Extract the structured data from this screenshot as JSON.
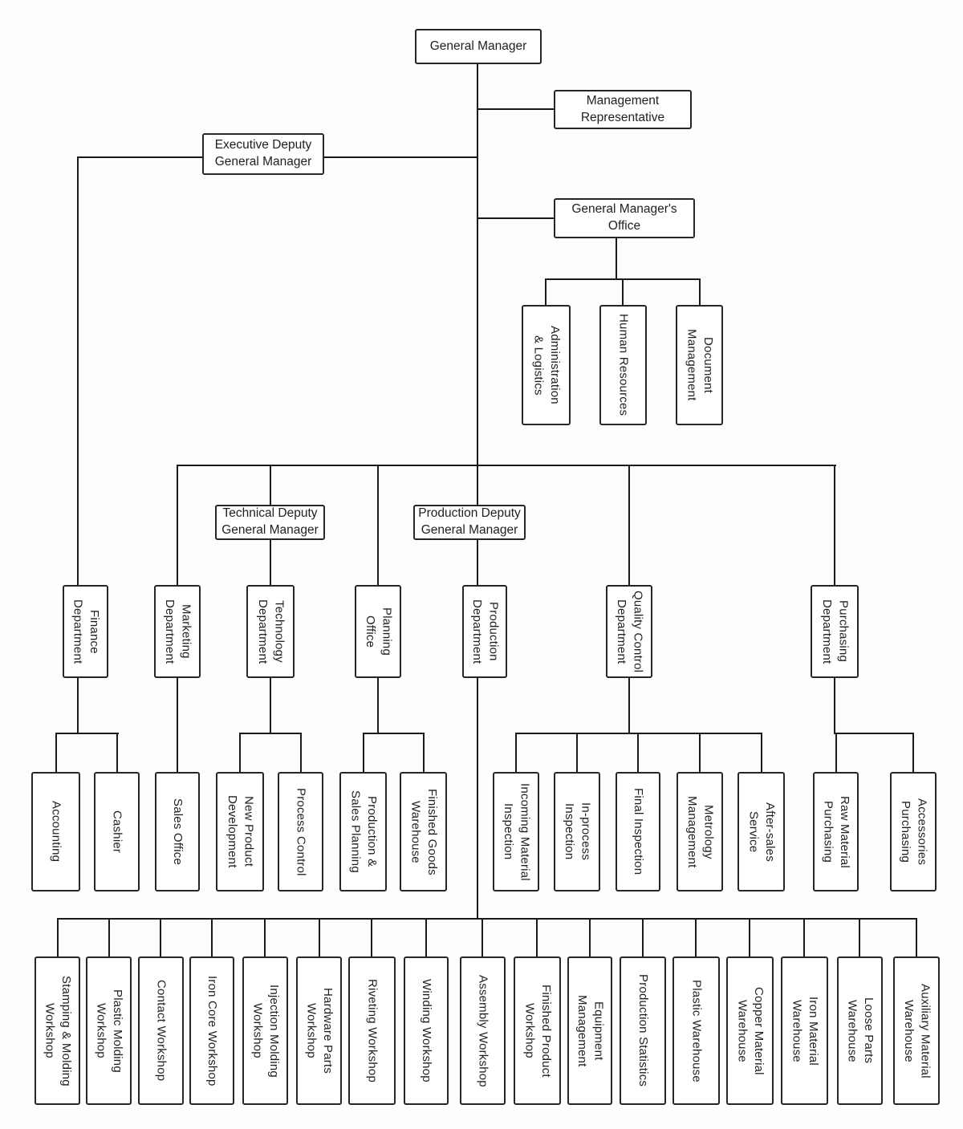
{
  "diagram_type": "organization-chart",
  "nodes": {
    "gm": "General Manager",
    "mgmt_rep": "Management\nRepresentative",
    "exec_deputy": "Executive Deputy\nGeneral Manager",
    "gm_office": "General Manager's\nOffice",
    "tech_deputy": "Technical Deputy\nGeneral Manager",
    "prod_deputy": "Production Deputy\nGeneral Manager",
    "office_units": [
      "Administration\n& Logistics",
      "Human Resources",
      "Document\nManagement"
    ],
    "departments": [
      "Finance\nDepartment",
      "Marketing\nDepartment",
      "Technology\nDepartment",
      "Planning\nOffice",
      "Production\nDepartment",
      "Quality Control\nDepartment",
      "Purchasing\nDepartment"
    ],
    "sub_units": [
      "Accounting",
      "Cashier",
      "Sales Office",
      "New Product\nDevelopment",
      "Process Control",
      "Production &\nSales Planning",
      "Finished Goods\nWarehouse",
      "Incoming Material\nInspection",
      "In-process\nInspection",
      "Final Inspection",
      "Metrology\nManagement",
      "After-sales\nService",
      "Raw Material\nPurchasing",
      "Accessories\nPurchasing"
    ],
    "workshops": [
      "Stamping & Molding\nWorkshop",
      "Plastic Molding\nWorkshop",
      "Contact Workshop",
      "Iron Core Workshop",
      "Injection Molding\nWorkshop",
      "Hardware Parts\nWorkshop",
      "Riveting Workshop",
      "Winding Workshop",
      "Assembly Workshop",
      "Finished Product\nWorkshop",
      "Equipment\nManagement",
      "Production Statistics",
      "Plastic Warehouse",
      "Copper Material\nWarehouse",
      "Iron Material\nWarehouse",
      "Loose Parts\nWarehouse",
      "Auxiliary Material\nWarehouse"
    ]
  },
  "hierarchy": {
    "General Manager": [
      "Management Representative",
      "Executive Deputy General Manager",
      "General Manager's Office",
      "Marketing Department",
      "Technical Deputy General Manager",
      "Planning Office",
      "Production Deputy General Manager",
      "Quality Control Department",
      "Purchasing Department"
    ],
    "General Manager's Office": [
      "Administration & Logistics",
      "Human Resources",
      "Document Management"
    ],
    "Executive Deputy General Manager": [
      "Finance Department"
    ],
    "Technical Deputy General Manager": [
      "Technology Department"
    ],
    "Production Deputy General Manager": [
      "Production Department"
    ],
    "Finance Department": [
      "Accounting",
      "Cashier"
    ],
    "Marketing Department": [
      "Sales Office"
    ],
    "Technology Department": [
      "New Product Development",
      "Process Control"
    ],
    "Planning Office": [
      "Production & Sales Planning",
      "Finished Goods Warehouse"
    ],
    "Quality Control Department": [
      "Incoming Material Inspection",
      "In-process Inspection",
      "Final Inspection",
      "Metrology Management",
      "After-sales Service"
    ],
    "Purchasing Department": [
      "Raw Material Purchasing",
      "Accessories Purchasing"
    ],
    "Production Department": [
      "Stamping & Molding Workshop",
      "Plastic Molding Workshop",
      "Contact Workshop",
      "Iron Core Workshop",
      "Injection Molding Workshop",
      "Hardware Parts Workshop",
      "Riveting Workshop",
      "Winding Workshop",
      "Assembly Workshop",
      "Finished Product Workshop",
      "Equipment Management",
      "Production Statistics",
      "Plastic Warehouse",
      "Copper Material Warehouse",
      "Iron Material Warehouse",
      "Loose Parts Warehouse",
      "Auxiliary Material Warehouse"
    ]
  },
  "colors": {
    "line": "#1a1a1a",
    "box_border": "#262626",
    "box_fill": "#ffffff",
    "text": "#1f1f1f",
    "background": "#fdfdfd"
  }
}
